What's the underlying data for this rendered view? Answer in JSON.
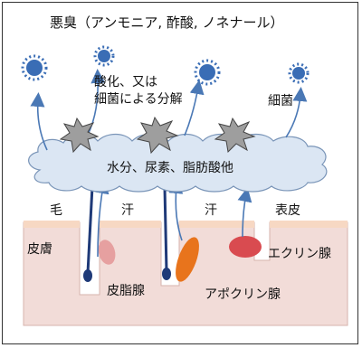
{
  "title": "悪臭（アンモニア, 酢酸, ノネナール）",
  "labels": {
    "decomposition": "酸化、又は\n細菌による分解",
    "bacteria": "細菌",
    "cloud_text": "水分、尿素、脂肪酸他",
    "hair": "毛",
    "sweat1": "汗",
    "sweat2": "汗",
    "epidermis": "表皮",
    "skin": "皮膚",
    "sebaceous_gland": "皮脂腺",
    "eccrine_gland": "エクリン腺",
    "apocrine_gland": "アポクリン腺"
  },
  "colors": {
    "skin": "#f2dcd8",
    "skin_top": "#f7d8c3",
    "cloud": "#dbe6f3",
    "cloud_stroke": "#7a95b8",
    "arrow": "#4a78b5",
    "bacteria": "#3a6db5",
    "star": "#9e9e9e",
    "sebaceous": "#e6a0a0",
    "apocrine": "#e8741c",
    "eccrine": "#d94b50",
    "hair": "#1f3a78"
  }
}
